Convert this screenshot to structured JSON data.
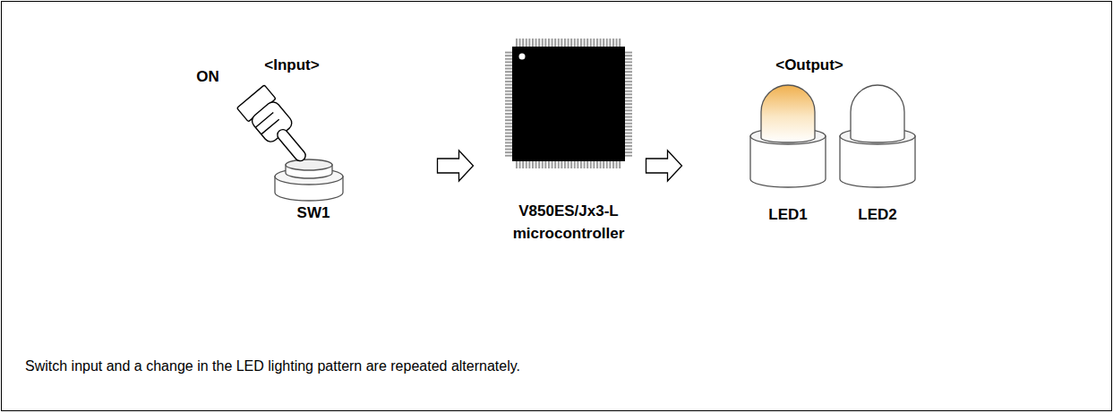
{
  "diagram": {
    "caption": "Switch input and a change in the LED lighting pattern are repeated alternately.",
    "nodes": [
      {
        "text": [
          "<Input>"
        ]
      },
      {
        "text": [
          "V850ES/Jx3-L microcontroller"
        ]
      },
      {
        "text": [
          "<Output>"
        ]
      }
    ],
    "edges": [
      {
        "from": 0,
        "to": 1,
        "arrow": "to"
      },
      {
        "from": 1,
        "to": 2,
        "arrow": "to"
      }
    ],
    "labels": [
      "ON",
      "SW1",
      "LED1",
      "LED2"
    ]
  }
}
